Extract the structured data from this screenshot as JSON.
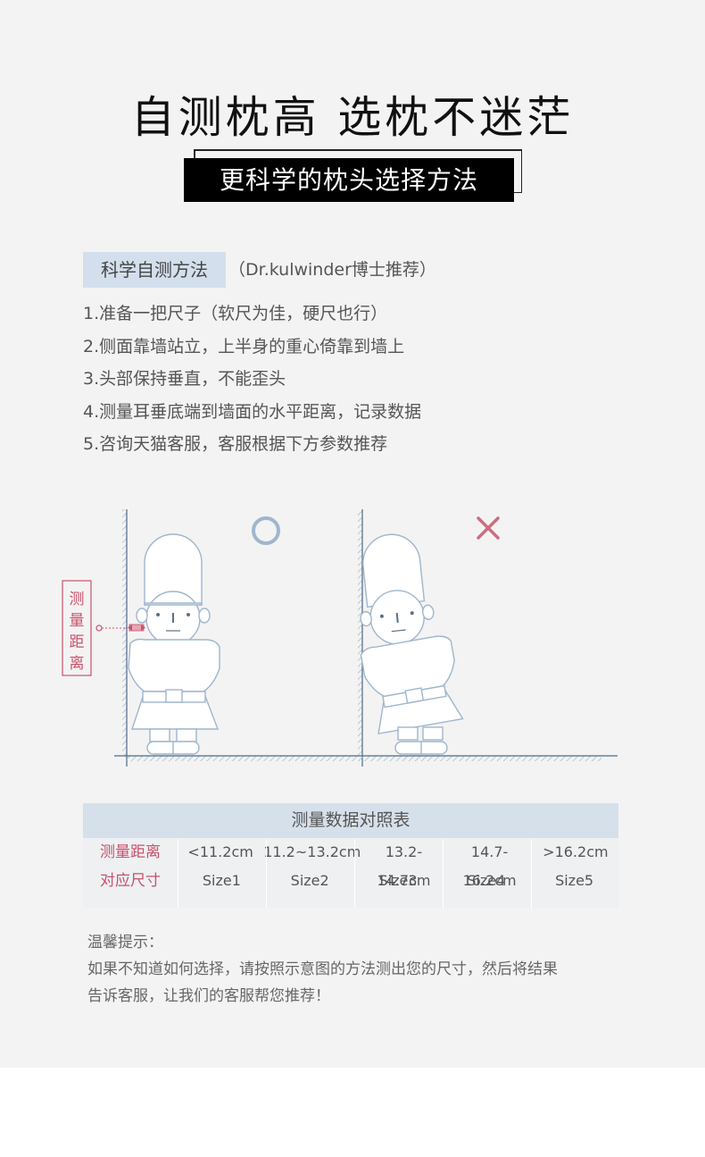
{
  "header": {
    "title": "自测枕高 选枕不迷茫",
    "subtitle": "更科学的枕头选择方法"
  },
  "method": {
    "tag": "科学自测方法",
    "note": "（Dr.kulwinder博士推荐）",
    "steps": [
      "1.准备一把尺子（软尺为佳，硬尺也行）",
      "2.侧面靠墙站立，上半身的重心倚靠到墙上",
      "3.头部保持垂直，不能歪头",
      "4.测量耳垂底端到墙面的水平距离，记录数据",
      "5.咨询天猫客服，客服根据下方参数推荐"
    ]
  },
  "diagram": {
    "measure_label": [
      "测",
      "量",
      "距",
      "离"
    ],
    "correct_icon": "circle-icon",
    "wrong_icon": "cross-icon",
    "colors": {
      "line": "#9fb6cc",
      "accent": "#c8526c",
      "correct": "#9fb6cc",
      "wrong": "#cd6e80"
    }
  },
  "table": {
    "title": "测量数据对照表",
    "row1_label": "测量距离",
    "row2_label": "对应尺寸",
    "ranges": [
      "<11.2cm",
      "11.2~13.2cm",
      "13.2-14.7cm",
      "14.7-16.2cm",
      ">16.2cm"
    ],
    "sizes": [
      "Size1",
      "Size2",
      "Size3",
      "Size4",
      "Size5"
    ]
  },
  "tips": {
    "heading": "温馨提示：",
    "line1": "如果不知道如何选择，请按照示意图的方法测出您的尺寸，然后将结果",
    "line2": "告诉客服，让我们的客服帮您推荐！"
  }
}
